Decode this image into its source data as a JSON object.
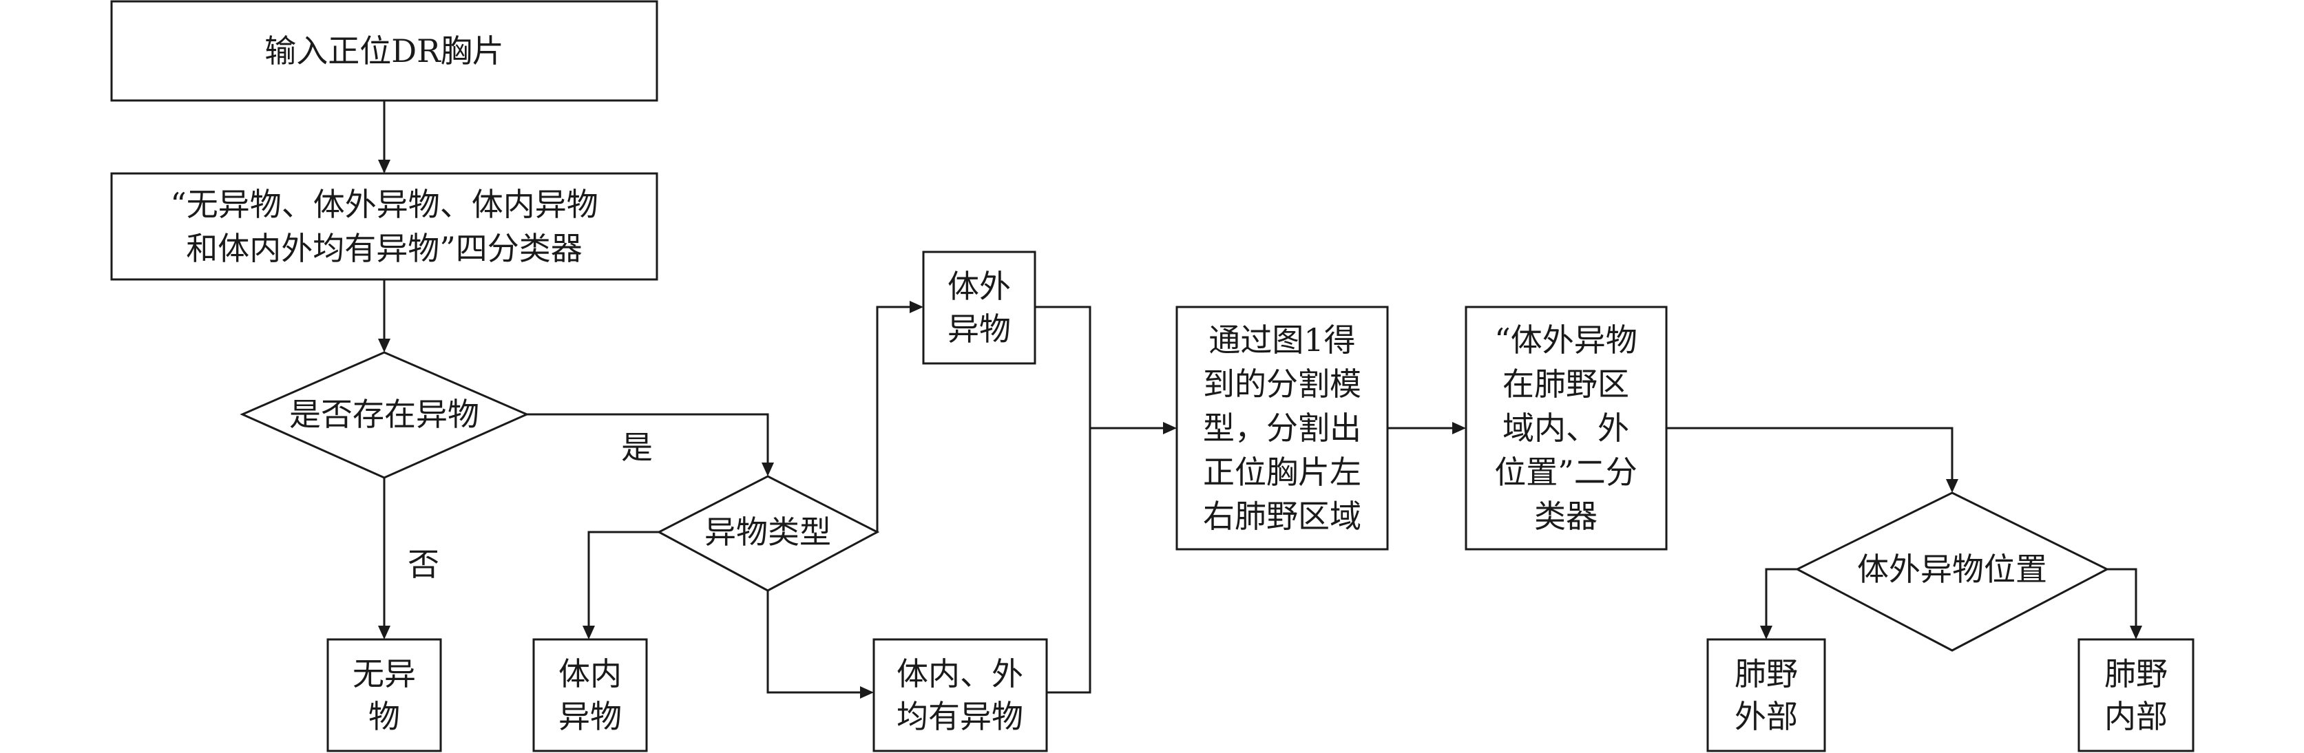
{
  "nodes": {
    "input": [
      "输入正位DR胸片"
    ],
    "four_class": [
      "“无异物、体外异物、体内异物",
      "和体内外均有异物”四分类器"
    ],
    "exist_decision": [
      "是否存在异物"
    ],
    "no_foreign": [
      "无异",
      "物"
    ],
    "type_decision": [
      "异物类型"
    ],
    "external_foreign": [
      "体外",
      "异物"
    ],
    "internal_foreign": [
      "体内",
      "异物"
    ],
    "both_foreign": [
      "体内、外",
      "均有异物"
    ],
    "segmentation": [
      "通过图1得",
      "到的分割模",
      "型，分割出",
      "正位胸片左",
      "右肺野区域"
    ],
    "binary_class": [
      "“体外异物",
      "在肺野区",
      "域内、外",
      "位置”二分",
      "类器"
    ],
    "position_decision": [
      "体外异物位置"
    ],
    "outside_lung": [
      "肺野",
      "外部"
    ],
    "inside_lung": [
      "肺野",
      "内部"
    ]
  },
  "edge_labels": {
    "yes": "是",
    "no": "否"
  }
}
